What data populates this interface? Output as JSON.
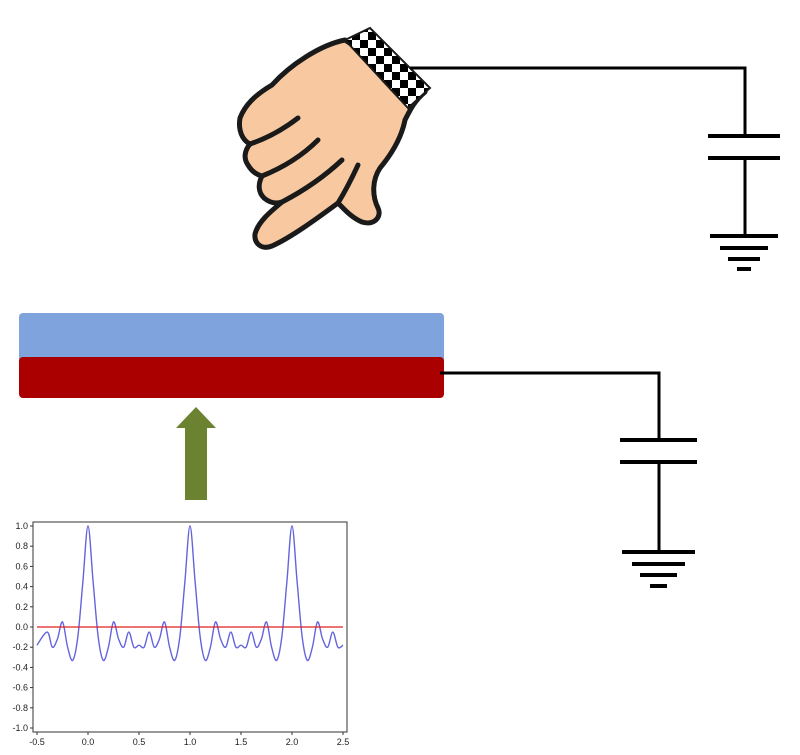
{
  "diagram": {
    "colors": {
      "skin": "#f8c9a0",
      "outline": "#1a1a1a",
      "plate_top": "#7fa3dd",
      "plate_bottom": "#ab0000",
      "arrow": "#6b8231",
      "wire": "#000000"
    },
    "icons": [
      "hand-pointing-icon",
      "capacitor-icon",
      "ground-icon",
      "arrow-up-icon"
    ]
  },
  "chart_data": {
    "type": "line",
    "title": "",
    "xlabel": "",
    "ylabel": "",
    "xlim": [
      -0.5,
      2.5
    ],
    "ylim": [
      -1.0,
      1.0
    ],
    "x_ticks": [
      "-0.5",
      "0.0",
      "0.5",
      "1.0",
      "1.5",
      "2.0",
      "2.5"
    ],
    "y_ticks": [
      "1.0",
      "0.8",
      "0.6",
      "0.4",
      "0.2",
      "0.0",
      "-0.2",
      "-0.4",
      "-0.6",
      "-0.8",
      "-1.0"
    ],
    "series": [
      {
        "color": "#6464dc",
        "points": [
          [
            -0.5,
            -0.18
          ],
          [
            -0.4,
            -0.05
          ],
          [
            -0.35,
            -0.2
          ],
          [
            -0.3,
            -0.12
          ],
          [
            -0.25,
            0.05
          ],
          [
            -0.2,
            -0.2
          ],
          [
            -0.15,
            -0.33
          ],
          [
            -0.1,
            -0.1
          ],
          [
            -0.05,
            0.45
          ],
          [
            0.0,
            1.0
          ],
          [
            0.05,
            0.45
          ],
          [
            0.1,
            -0.1
          ],
          [
            0.15,
            -0.33
          ],
          [
            0.2,
            -0.2
          ],
          [
            0.25,
            0.05
          ],
          [
            0.3,
            -0.12
          ],
          [
            0.35,
            -0.2
          ],
          [
            0.4,
            -0.05
          ],
          [
            0.45,
            -0.2
          ],
          [
            0.5,
            -0.18
          ],
          [
            0.55,
            -0.2
          ],
          [
            0.6,
            -0.05
          ],
          [
            0.65,
            -0.2
          ],
          [
            0.7,
            -0.12
          ],
          [
            0.75,
            0.05
          ],
          [
            0.8,
            -0.2
          ],
          [
            0.85,
            -0.33
          ],
          [
            0.9,
            -0.1
          ],
          [
            0.95,
            0.45
          ],
          [
            1.0,
            1.0
          ],
          [
            1.05,
            0.45
          ],
          [
            1.1,
            -0.1
          ],
          [
            1.15,
            -0.33
          ],
          [
            1.2,
            -0.2
          ],
          [
            1.25,
            0.05
          ],
          [
            1.3,
            -0.12
          ],
          [
            1.35,
            -0.2
          ],
          [
            1.4,
            -0.05
          ],
          [
            1.45,
            -0.2
          ],
          [
            1.5,
            -0.18
          ],
          [
            1.55,
            -0.2
          ],
          [
            1.6,
            -0.05
          ],
          [
            1.65,
            -0.2
          ],
          [
            1.7,
            -0.12
          ],
          [
            1.75,
            0.05
          ],
          [
            1.8,
            -0.2
          ],
          [
            1.85,
            -0.33
          ],
          [
            1.9,
            -0.1
          ],
          [
            1.95,
            0.45
          ],
          [
            2.0,
            1.0
          ],
          [
            2.05,
            0.45
          ],
          [
            2.1,
            -0.1
          ],
          [
            2.15,
            -0.33
          ],
          [
            2.2,
            -0.2
          ],
          [
            2.25,
            0.05
          ],
          [
            2.3,
            -0.12
          ],
          [
            2.35,
            -0.2
          ],
          [
            2.4,
            -0.05
          ],
          [
            2.45,
            -0.2
          ],
          [
            2.5,
            -0.18
          ]
        ]
      },
      {
        "color": "#e02020",
        "points": [
          [
            -0.5,
            0.0
          ],
          [
            2.5,
            0.0
          ]
        ]
      }
    ],
    "grid": false
  }
}
